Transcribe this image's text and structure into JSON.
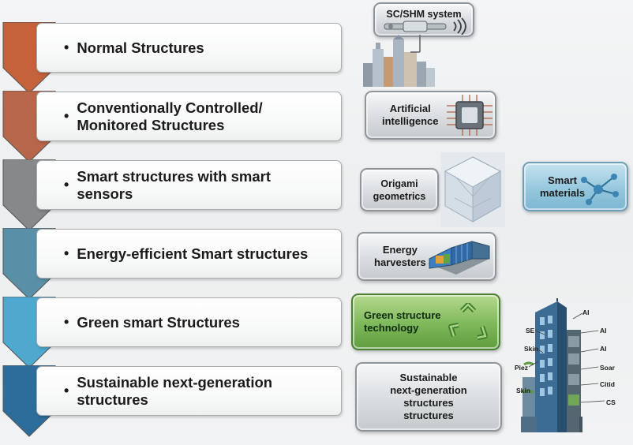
{
  "levels": [
    {
      "label": "Normal Structures",
      "color": "#c4623c"
    },
    {
      "label": "Conventionally Controlled/\nMonitored Structures",
      "color": "#b8664a"
    },
    {
      "label": "Smart structures with smart\nsensors",
      "color": "#86888a"
    },
    {
      "label": "Energy-efficient Smart structures",
      "color": "#5a8fa8"
    },
    {
      "label": "Green smart Structures",
      "color": "#4fa9cf"
    },
    {
      "label": "Sustainable next-generation\nstructures",
      "color": "#2d6d9c"
    }
  ],
  "bullet": "•",
  "technologies": {
    "shm": "SC/SHM system",
    "ai": "Artificial\nintelligence",
    "origami": "Origami\ngeometrics",
    "smart_materials": "Smart\nmaterials",
    "energy": "Energy\nharvesters",
    "green": "Green structure\ntechnology",
    "sustainable": "Sustainable\nnext-generation\nstructures\nstructures"
  },
  "building_labels": {
    "ai_top": "AI",
    "se": "SE",
    "ai_mid": "AI",
    "skin_top": "Skin",
    "ai_low": "AI",
    "piez": "Piez",
    "soar": "Soar",
    "citid": "Citid",
    "skin_low": "Skin",
    "cs": "CS"
  },
  "colors": {
    "green_badge": "#5fa342",
    "smart_materials_badge": "#8fc2da",
    "accent_blue": "#2d6d9c"
  },
  "icons": [
    "sensor-tube-icon",
    "skyline-icon",
    "chip-icon",
    "origami-cube-icon",
    "molecule-icon",
    "solar-panel-icon",
    "recycle-icon",
    "smart-building-icon"
  ]
}
